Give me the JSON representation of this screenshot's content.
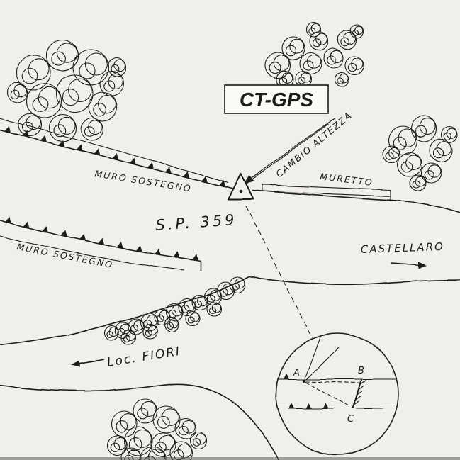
{
  "labels": {
    "point_box": "CT-GPS",
    "cambio_altezza": "CAMBIO ALTEZZA",
    "muro_sostegno_upper": "MURO SOSTEGNO",
    "muretto": "MURETTO",
    "road_name": "S.P. 359",
    "muro_sostegno_lower": "MURO SOSTEGNO",
    "castellaro": "CASTELLARO",
    "loc_fiori": "Loc. FIORI"
  },
  "inset": {
    "point_a": "A",
    "point_b": "B",
    "point_c": "C"
  },
  "colors": {
    "ink": "#1d1c1a",
    "paper": "#f1efe9"
  }
}
